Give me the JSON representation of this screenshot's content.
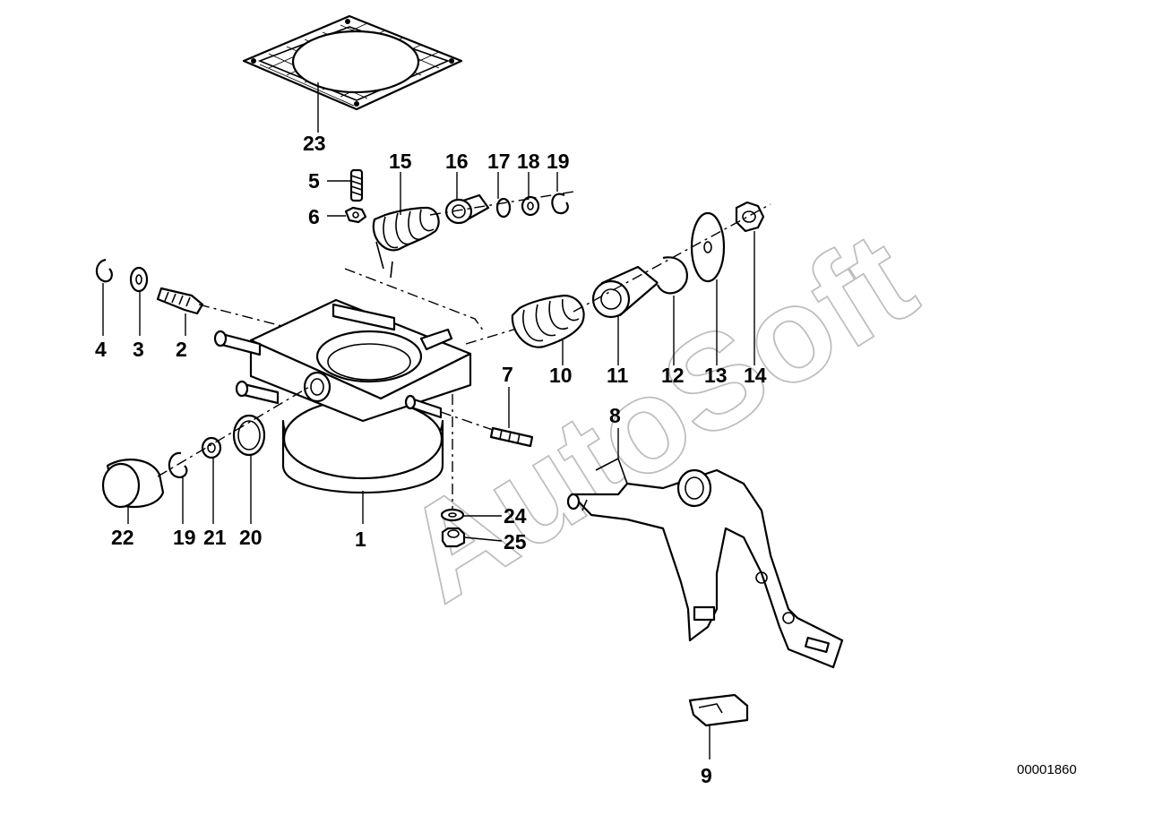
{
  "diagram": {
    "watermark": "AutoSoft",
    "reference_number": "00001860",
    "callouts": {
      "c1": "1",
      "c2": "2",
      "c3": "3",
      "c4": "4",
      "c5": "5",
      "c6": "6",
      "c7": "7",
      "c8": "8",
      "c9": "9",
      "c10": "10",
      "c11": "11",
      "c12": "12",
      "c13": "13",
      "c14": "14",
      "c15": "15",
      "c16": "16",
      "c17": "17",
      "c18": "18",
      "c19a": "19",
      "c19b": "19",
      "c20": "20",
      "c21": "21",
      "c22": "22",
      "c23": "23",
      "c24": "24",
      "c25": "25"
    }
  }
}
